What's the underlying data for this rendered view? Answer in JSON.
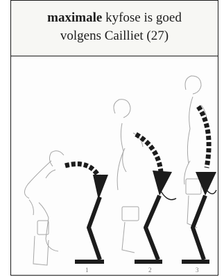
{
  "caption": {
    "bold_word": "maximale",
    "line1_rest": " kyfose is goed",
    "line2": "volgens Cailliet (27)"
  },
  "figures": [
    {
      "label": "1"
    },
    {
      "label": "2"
    },
    {
      "label": "3"
    }
  ],
  "colors": {
    "ink": "#1c1c1c",
    "sketch": "#9a9a9a",
    "panel_bg": "#f7f7f4"
  }
}
